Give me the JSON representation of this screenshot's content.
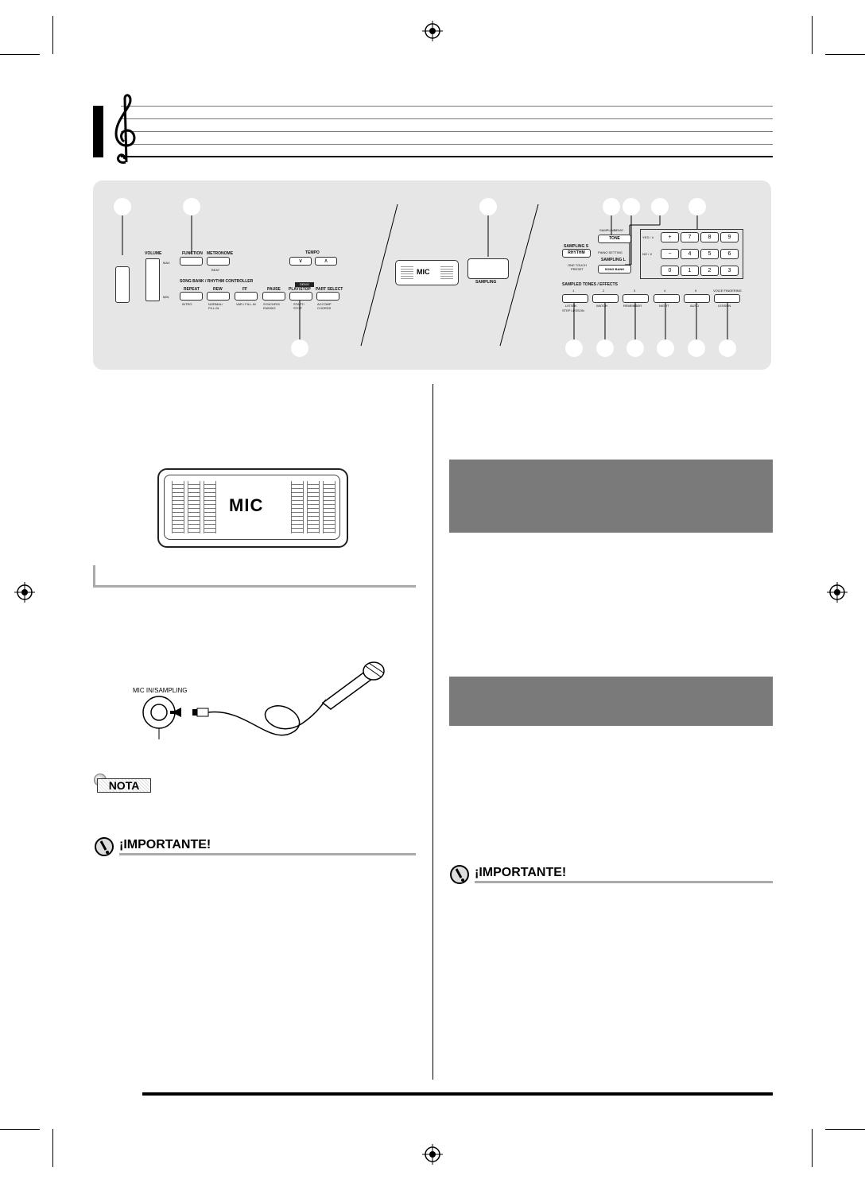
{
  "panel": {
    "volume_label": "VOLUME",
    "volume_max": "MAX",
    "volume_min": "MIN",
    "function_label": "FUNCTION",
    "metronome_label": "METRONOME",
    "beat_label": "BEAT",
    "tempo_label": "TEMPO",
    "song_bank_header": "SONG BANK / RHYTHM CONTROLLER",
    "demo_label": "DEMO",
    "song_buttons": [
      {
        "top": "REPEAT",
        "bottom": "INTRO"
      },
      {
        "top": "REW",
        "bottom": "NORMAL/ FILL-IN"
      },
      {
        "top": "FF",
        "bottom": "VAR./ FILL-IN"
      },
      {
        "top": "PAUSE",
        "bottom": "SYNCHRO/ ENDING"
      },
      {
        "top": "PLAY/STOP",
        "bottom": "START/ STOP"
      },
      {
        "top": "PART SELECT",
        "bottom": "ACCOMP CHORDS"
      }
    ],
    "mic_label": "MIC",
    "sampling_label": "SAMPLING",
    "sampling_s": "SAMPLING S",
    "sampling_l": "SAMPLING L",
    "rhythm_label": "RHYTHM",
    "tone_label": "TONE",
    "piano_setting": "PIANO SETTING",
    "song_bank_label": "SONG BANK",
    "sampling_small": "SAMPLING",
    "demo_small": "DEMO",
    "one_touch_preset": "ONE TOUCH PRESET",
    "yes_label": "YES / ∧",
    "no_label": "NO / ∨",
    "keypad": [
      "+",
      "7",
      "8",
      "9",
      "−",
      "4",
      "5",
      "6",
      "0",
      "1",
      "2",
      "3"
    ],
    "sampled_header": "SAMPLED TONES / EFFECTS",
    "sampled_numbers": [
      "1",
      "2",
      "3",
      "4",
      "5"
    ],
    "voice_fingering": "VOICE FINGERING",
    "lesson_labels": [
      "LISTEN",
      "WATCH",
      "REMEMBER",
      "NIGHT",
      "AUTO",
      "LESSON"
    ],
    "step_lesson": "STEP LESSON"
  },
  "mic_graphic_label": "MIC",
  "connection_label": "MIC IN/SAMPLING",
  "nota_label": "NOTA",
  "important_label": "¡IMPORTANTE!"
}
